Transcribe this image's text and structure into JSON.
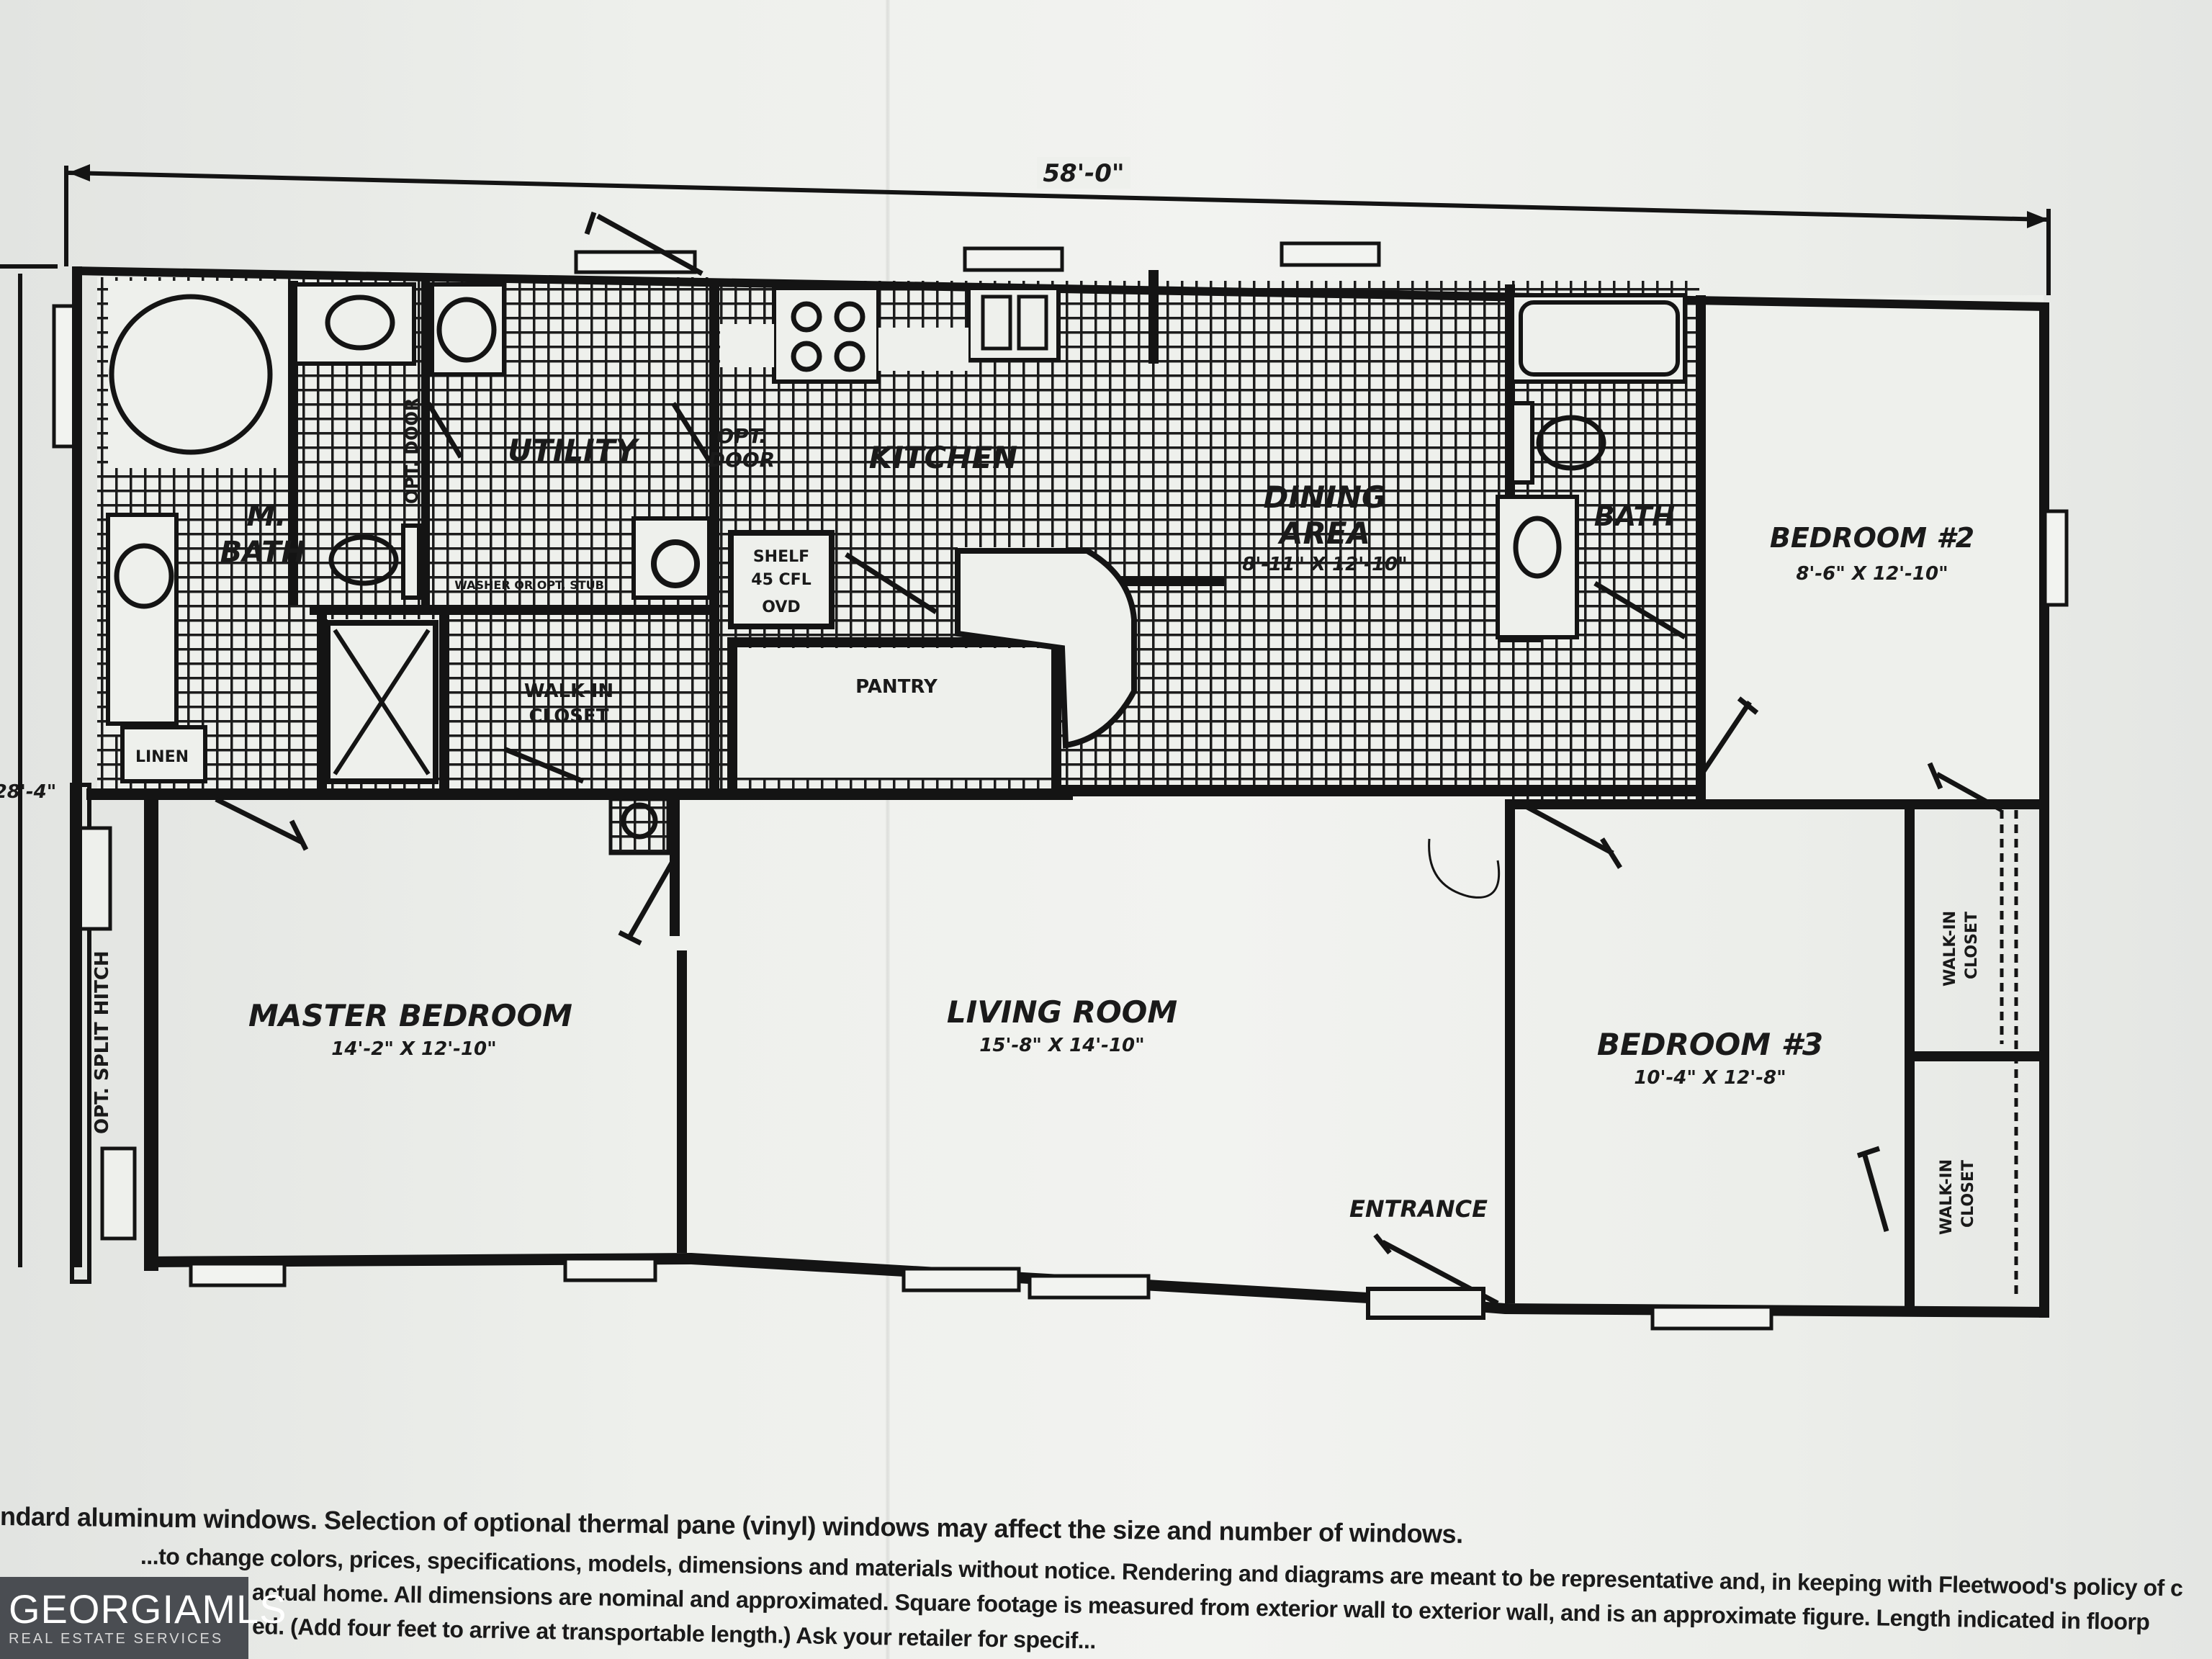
{
  "overall_width": "58'-0\"",
  "overall_depth": "28'-4\"",
  "rooms": {
    "m_bath": {
      "line1": "M.",
      "line2": "BATH"
    },
    "utility": {
      "label": "UTILITY"
    },
    "opt_door_left": {
      "label": "OPT. DOOR"
    },
    "opt_door_right": {
      "line1": "OPT.",
      "line2": "DOOR"
    },
    "kitchen": {
      "label": "KITCHEN"
    },
    "dining": {
      "line1": "DINING",
      "line2": "AREA",
      "dims": "8'-11\" X 12'-10\""
    },
    "bath": {
      "label": "BATH"
    },
    "bedroom2": {
      "label": "BEDROOM #2",
      "dims": "8'-6\" X 12'-10\""
    },
    "walk_in_closet_master": {
      "line1": "WALK-IN",
      "line2": "CLOSET"
    },
    "linen": {
      "label": "LINEN"
    },
    "pantry": {
      "label": "PANTRY"
    },
    "shelf": {
      "line1": "SHELF",
      "line2": "45 CFL",
      "line3": "OVD"
    },
    "washer_dryer": {
      "label": "WASHER OR OPT. STUB"
    },
    "master_bedroom": {
      "label": "MASTER BEDROOM",
      "dims": "14'-2\" X 12'-10\""
    },
    "living_room": {
      "label": "LIVING ROOM",
      "dims": "15'-8\" X 14'-10\""
    },
    "bedroom3": {
      "label": "BEDROOM #3",
      "dims": "10'-4\" X 12'-8\""
    },
    "entrance": {
      "label": "ENTRANCE"
    },
    "walk_in_closet_a": {
      "line1": "WALK-IN",
      "line2": "CLOSET"
    },
    "walk_in_closet_b": {
      "line1": "WALK-IN",
      "line2": "CLOSET"
    },
    "opt_split_hitch": {
      "label": "OPT. SPLIT HITCH"
    }
  },
  "notes": [
    "ndard aluminum windows. Selection of optional thermal pane (vinyl) windows may affect the size and number of windows.",
    "...to change colors, prices, specifications, models, dimensions and materials without notice. Rendering and diagrams are meant to be representative and, in keeping with Fleetwood's policy of c",
    "actual home. All dimensions are nominal and approximated. Square footage is measured from exterior wall to exterior wall, and is an approximate figure. Length indicated in floorp",
    "ed. (Add four feet to arrive at transportable length.) Ask your retailer for specif..."
  ],
  "logo": {
    "brand": "GEORGIAMLS",
    "sub": "REAL ESTATE SERVICES"
  },
  "colors": {
    "ink": "#141414",
    "paper": "#eef0ec",
    "logo_bg": "#4a4d52"
  }
}
